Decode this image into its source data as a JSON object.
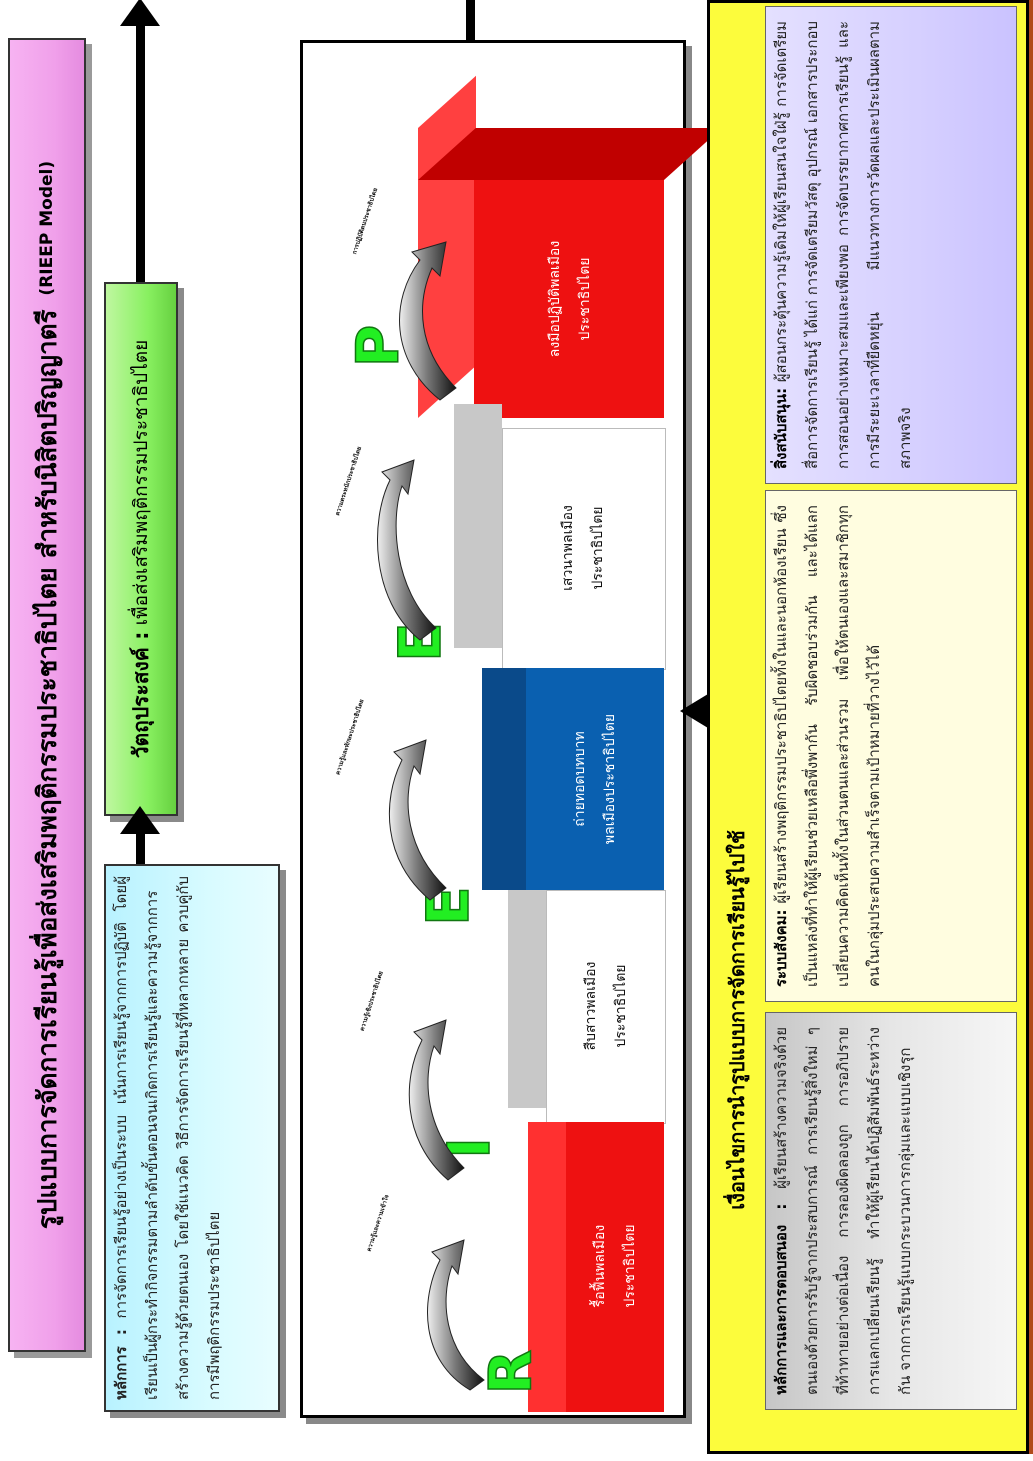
{
  "title": {
    "main": "รูปแบบการจัดการเรียนรู้เพื่อส่งเสริมพฤติกรรมประชาธิปไตย สำหรับนิสิตปริญญาตรี",
    "model": "(RIEEP Model)"
  },
  "objective": {
    "label": "วัตถุประสงค์ :",
    "text": "เพื่อส่งเสริมพฤติกรรมประชาธิปไตย"
  },
  "principle": {
    "label": "หลักการ :",
    "text": "การจัดการเรียนรู้อย่างเป็นระบบ เน้นการเรียนรู้จากการปฏิบัติ โดยผู้เรียนเป็นผู้กระทำกิจกรรมตามลำดับขั้นตอนจนเกิดการเรียนรู้และความรู้จากการสร้างความรู้ด้วยตนเอง โดยใช้แนวคิด วิธีการจัดการเรียนรู้ที่หลากหลาย ควบคู่กับการมีพฤติกรรมประชาธิปไตย"
  },
  "steps": [
    {
      "letter": "R",
      "label_line1": "รื้อฟื้นพลเมือง",
      "label_line2": "ประชาธิปไตย",
      "arrow_text": "ความรู้และความเข้าใจ"
    },
    {
      "letter": "I",
      "label_line1": "สืบสาวพลเมือง",
      "label_line2": "ประชาธิปไตย",
      "arrow_text": "ความรู้เชิงประชาธิปไตย"
    },
    {
      "letter": "E",
      "label_line1": "ถ่ายทอดบทบาท",
      "label_line2": "พลเมืองประชาธิปไตย",
      "arrow_text": "ความรู้และทักษะประชาธิปไตย"
    },
    {
      "letter": "E",
      "label_line1": "เสวนาพลเมือง",
      "label_line2": "ประชาธิปไตย",
      "arrow_text": "ความตระหนักประชาธิปไตย"
    },
    {
      "letter": "P",
      "label_line1": "ลงมือปฏิบัติพลเมือง",
      "label_line2": "ประชาธิปไตย",
      "arrow_text": "การปฏิบัติตนประชาธิปไตย"
    }
  ],
  "conditions": {
    "title": "เงื่อนไขการนำรูปแบบการจัดการเรียนรู้ไปใช้",
    "response": {
      "label": "หลักการและการตอบสนอง :",
      "text": "ผู้เรียนสร้างความจริงด้วยตนเองด้วยการรับรู้จากประสบการณ์ การเรียนรู้สิ่งใหม่ ๆ ที่ท้าทายอย่างต่อเนื่อง การลองผิดลองถูก การอภิปราย การแลกเปลี่ยนเรียนรู้ ทำให้ผู้เรียนได้ปฏิสัมพันธ์ระหว่างกัน จากการเรียนรู้แบบกระบวนการกลุ่มและแบบเชิงรุก"
    },
    "social": {
      "label": "ระบบสังคม:",
      "text": "ผู้เรียนสร้างพฤติกรรมประชาธิปไตยทั้งในและนอกห้องเรียน ซึ่งเป็นแหล่งที่ทำให้ผู้เรียนช่วยเหลือพึ่งพากัน รับผิดชอบร่วมกัน และได้แลกเปลี่ยนความคิดเห็นทั้งในส่วนตนและส่วนรวม เพื่อให้ตนเองและสมาชิกทุกคนในกลุ่มประสบความสำเร็จตามเป้าหมายที่วางไว้ได้"
    },
    "support": {
      "label": "สิ่งสนับสนุน:",
      "text": "ผู้สอนกระตุ้นความรู้เดิมให้ผู้เรียนสนใจใฝ่รู้ การจัดเตรียมสื่อการจัดการเรียนรู้ ได้แก่ การจัดเตรียมวัสดุ อุปกรณ์ เอกสารประกอบการสอนอย่างเหมาะสมและเพียงพอ การจัดบรรยากาศการเรียนรู้ และการมีระยะเวลาที่ยืดหยุ่น มีแนวทางการวัดผลและประเมินผลตามสภาพจริง"
    }
  },
  "colors": {
    "title_bg": "#f0a0ea",
    "objective_bg": "#88f060",
    "principle_bg": "#c8f6ff",
    "conditions_bg": "#fcfc3c",
    "red": "#ee1111",
    "blue": "#0a60b0",
    "letter": "#22ee22"
  }
}
